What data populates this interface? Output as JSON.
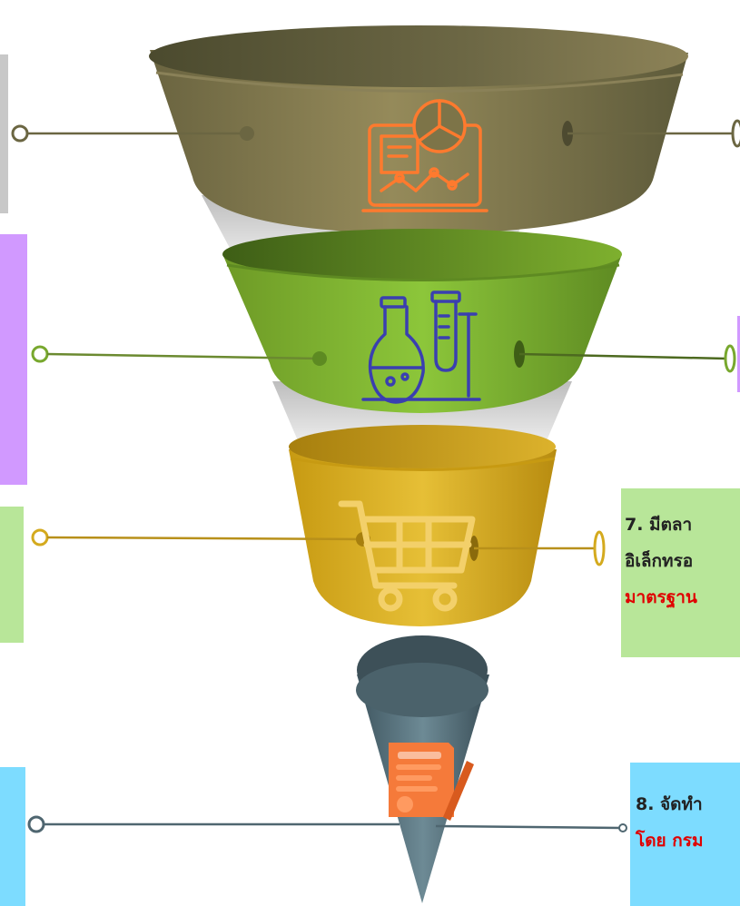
{
  "colors": {
    "tier1": "#7d7448",
    "tier2": "#78a82e",
    "tier3": "#d4aa1e",
    "tier4": "#55707a",
    "gray_box": "#c8c8c8",
    "purple_box": "#d199ff",
    "green_box": "#b8e699",
    "blue_box": "#7ddcff",
    "red_text": "#e00000"
  },
  "funnel": {
    "tiers": [
      {
        "name": "analytics",
        "icon": "laptop-analytics-icon"
      },
      {
        "name": "laboratory",
        "icon": "lab-flask-test-tube-icon"
      },
      {
        "name": "market",
        "icon": "shopping-cart-icon"
      },
      {
        "name": "document",
        "icon": "document-signature-icon"
      }
    ]
  },
  "items": {
    "item7": {
      "line1": "7. มีตลา",
      "line2": "อิเล็กทรอ",
      "line3": "มาตรฐาน"
    },
    "item8": {
      "line1": "8. จัดทำ",
      "line2": "โดย กรม"
    }
  }
}
